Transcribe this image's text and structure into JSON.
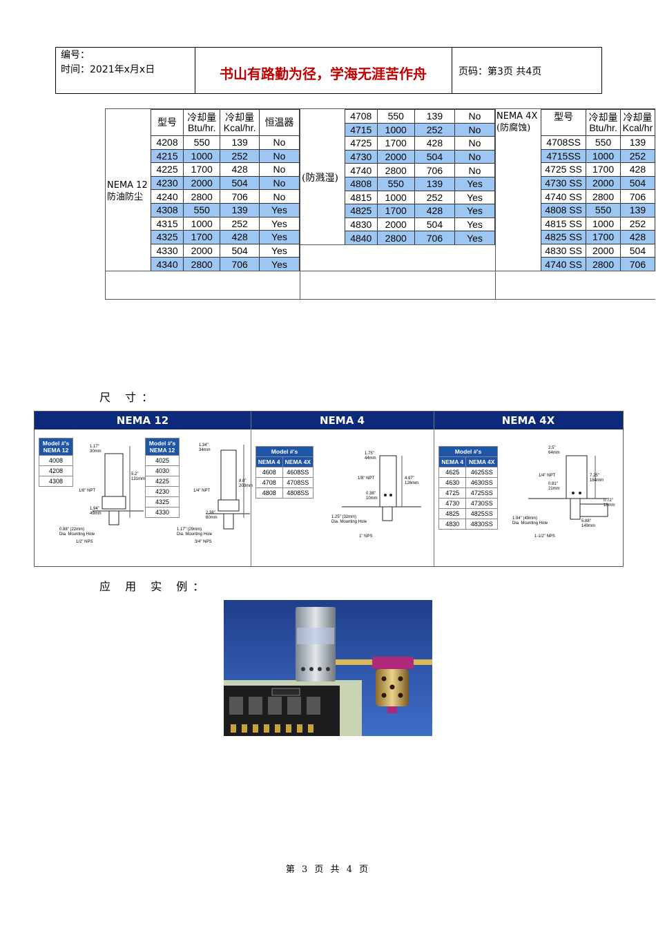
{
  "header": {
    "code_label": "编号：",
    "time_label": "时间：2021年x月x日",
    "motto": "书山有路勤为径，学海无涯苦作舟",
    "page_label": "页码：第3页  共4页"
  },
  "spec_tables": {
    "col_headers": [
      "型号",
      "冷却量\nBtu/hr.",
      "冷却量\nKcal/hr.",
      "恒温器"
    ],
    "nema12": {
      "label_line1": "NEMA 12",
      "label_line2": "防油防尘",
      "rows": [
        {
          "model": "4208",
          "btu": "550",
          "kcal": "139",
          "th": "No",
          "hl": false
        },
        {
          "model": "4215",
          "btu": "1000",
          "kcal": "252",
          "th": "No",
          "hl": true
        },
        {
          "model": "4225",
          "btu": "1700",
          "kcal": "428",
          "th": "No",
          "hl": false
        },
        {
          "model": "4230",
          "btu": "2000",
          "kcal": "504",
          "th": "No",
          "hl": true
        },
        {
          "model": "4240",
          "btu": "2800",
          "kcal": "706",
          "th": "No",
          "hl": false
        },
        {
          "model": "4308",
          "btu": "550",
          "kcal": "139",
          "th": "Yes",
          "hl": true
        },
        {
          "model": "4315",
          "btu": "1000",
          "kcal": "252",
          "th": "Yes",
          "hl": false
        },
        {
          "model": "4325",
          "btu": "1700",
          "kcal": "428",
          "th": "Yes",
          "hl": true
        },
        {
          "model": "4330",
          "btu": "2000",
          "kcal": "504",
          "th": "Yes",
          "hl": false
        },
        {
          "model": "4340",
          "btu": "2800",
          "kcal": "706",
          "th": "Yes",
          "hl": true
        }
      ]
    },
    "nema4": {
      "label": "(防溅湿)",
      "rows": [
        {
          "model": "4708",
          "btu": "550",
          "kcal": "139",
          "th": "No",
          "hl": false
        },
        {
          "model": "4715",
          "btu": "1000",
          "kcal": "252",
          "th": "No",
          "hl": true
        },
        {
          "model": "4725",
          "btu": "1700",
          "kcal": "428",
          "th": "No",
          "hl": false
        },
        {
          "model": "4730",
          "btu": "2000",
          "kcal": "504",
          "th": "No",
          "hl": true
        },
        {
          "model": "4740",
          "btu": "2800",
          "kcal": "706",
          "th": "No",
          "hl": false
        },
        {
          "model": "4808",
          "btu": "550",
          "kcal": "139",
          "th": "Yes",
          "hl": true
        },
        {
          "model": "4815",
          "btu": "1000",
          "kcal": "252",
          "th": "Yes",
          "hl": false
        },
        {
          "model": "4825",
          "btu": "1700",
          "kcal": "428",
          "th": "Yes",
          "hl": true
        },
        {
          "model": "4830",
          "btu": "2000",
          "kcal": "504",
          "th": "Yes",
          "hl": false
        },
        {
          "model": "4840",
          "btu": "2800",
          "kcal": "706",
          "th": "Yes",
          "hl": true
        }
      ]
    },
    "nema4x": {
      "label_line1": "NEMA 4X",
      "label_line2": "(防腐蚀)",
      "col_headers": [
        "型号",
        "冷却量\nBtu/hr.",
        "冷却量\nKcal/hr"
      ],
      "rows": [
        {
          "model": "4708SS",
          "btu": "550",
          "kcal": "139",
          "hl": false
        },
        {
          "model": "4715SS",
          "btu": "1000",
          "kcal": "252",
          "hl": true
        },
        {
          "model": "4725 SS",
          "btu": "1700",
          "kcal": "428",
          "hl": false
        },
        {
          "model": "4730 SS",
          "btu": "2000",
          "kcal": "504",
          "hl": true
        },
        {
          "model": "4740 SS",
          "btu": "2800",
          "kcal": "706",
          "hl": false
        },
        {
          "model": "4808 SS",
          "btu": "550",
          "kcal": "139",
          "hl": true
        },
        {
          "model": "4815 SS",
          "btu": "1000",
          "kcal": "252",
          "hl": false
        },
        {
          "model": "4825 SS",
          "btu": "1700",
          "kcal": "428",
          "hl": true
        },
        {
          "model": "4830 SS",
          "btu": "2000",
          "kcal": "504",
          "hl": false
        },
        {
          "model": "4740 SS",
          "btu": "2800",
          "kcal": "706",
          "hl": true
        }
      ]
    }
  },
  "dimensions": {
    "title": "尺 寸：",
    "headers": [
      "NEMA 12",
      "NEMA 4",
      "NEMA 4X"
    ],
    "nema12_tables": [
      {
        "head": "Model #'s\nNEMA 12",
        "rows": [
          "4008",
          "4208",
          "4308"
        ]
      },
      {
        "head": "Model #'s\nNEMA 12",
        "rows": [
          "4025",
          "4030",
          "4225",
          "4230",
          "4325",
          "4330"
        ]
      }
    ],
    "nema4_table": {
      "head": "Model #'s",
      "cols": [
        "NEMA 4",
        "NEMA 4X"
      ],
      "rows": [
        [
          "4608",
          "4608SS"
        ],
        [
          "4708",
          "4708SS"
        ],
        [
          "4808",
          "4808SS"
        ]
      ]
    },
    "nema4x_table": {
      "head": "Model #'s",
      "cols": [
        "NEMA 4",
        "NEMA 4X"
      ],
      "rows": [
        [
          "4625",
          "4625SS"
        ],
        [
          "4630",
          "4630SS"
        ],
        [
          "4725",
          "4725SS"
        ],
        [
          "4730",
          "4730SS"
        ],
        [
          "4825",
          "4825SS"
        ],
        [
          "4830",
          "4830SS"
        ]
      ]
    },
    "annotations": {
      "a1": "1.17\"\n30mm",
      "a2": "5.2\"\n131mm",
      "a3": "1/8\" NPT",
      "a4": "1.94\"\n49mm",
      "a5": "0.88\" (22mm)\nDia. Mounting Hole",
      "a6": "1/2\" NPS",
      "b1": "1.34\"\n34mm",
      "b2": "8.0\"\n203mm",
      "b3": "1/4\" NPT",
      "b4": "2.38\"\n60mm",
      "b5": "1.17\" (29mm)\nDia. Mounting Hole",
      "b6": "3/4\" NPS",
      "c1": "1.75\"\n44mm",
      "c2": "4.97\"\n126mm",
      "c3": "1/8\" NPT",
      "c4": "0.38\"\n10mm",
      "c5": "1.25\" (32mm)\nDia. Mounting Hole",
      "c6": "1\" NPS",
      "d1": "2.5\"\n64mm",
      "d2": "7.25\"\n184mm",
      "d3": "1/4\" NPT",
      "d4": "0.81\"\n21mm",
      "d5": "0.72\"\n18mm",
      "d6": "1.94\" (49mm)\nDia. Mounting Hole",
      "d7": "5.88\"\n149mm",
      "d8": "1-1/2\" NPS"
    }
  },
  "application": {
    "title": "应 用 实 例："
  },
  "footer": {
    "text": "第 3 页 共 4 页"
  },
  "colors": {
    "highlight": "#9ec6f3",
    "dim_header": "#0d2a7a",
    "motto": "#c00000",
    "model_head": "#1f55a8"
  }
}
